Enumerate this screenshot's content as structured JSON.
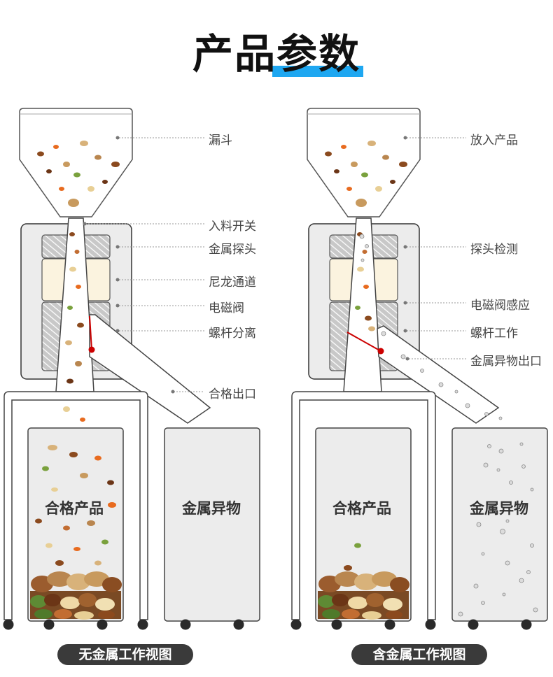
{
  "title": {
    "part1": "产品",
    "part2": "参数"
  },
  "colors": {
    "accent": "#1ea7f1",
    "reject_line": "#cc0000",
    "caption_bg": "#3a3a3a",
    "cream_section": "#fbf3df"
  },
  "left_view": {
    "labels": {
      "hopper": "漏斗",
      "inlet_switch": "入料开关",
      "metal_probe": "金属探头",
      "nylon_channel": "尼龙通道",
      "solenoid_valve": "电磁阀",
      "screw_separation": "螺杆分离",
      "qualified_outlet": "合格出口"
    },
    "bins": {
      "qualified": "合格产品",
      "metal": "金属异物"
    },
    "caption": "无金属工作视图"
  },
  "right_view": {
    "labels": {
      "put_product": "放入产品",
      "probe_detect": "探头检测",
      "valve_sense": "电磁阀感应",
      "screw_work": "螺杆工作",
      "metal_outlet": "金属异物出口"
    },
    "bins": {
      "qualified": "合格产品",
      "metal": "金属异物"
    },
    "caption": "含金属工作视图"
  }
}
